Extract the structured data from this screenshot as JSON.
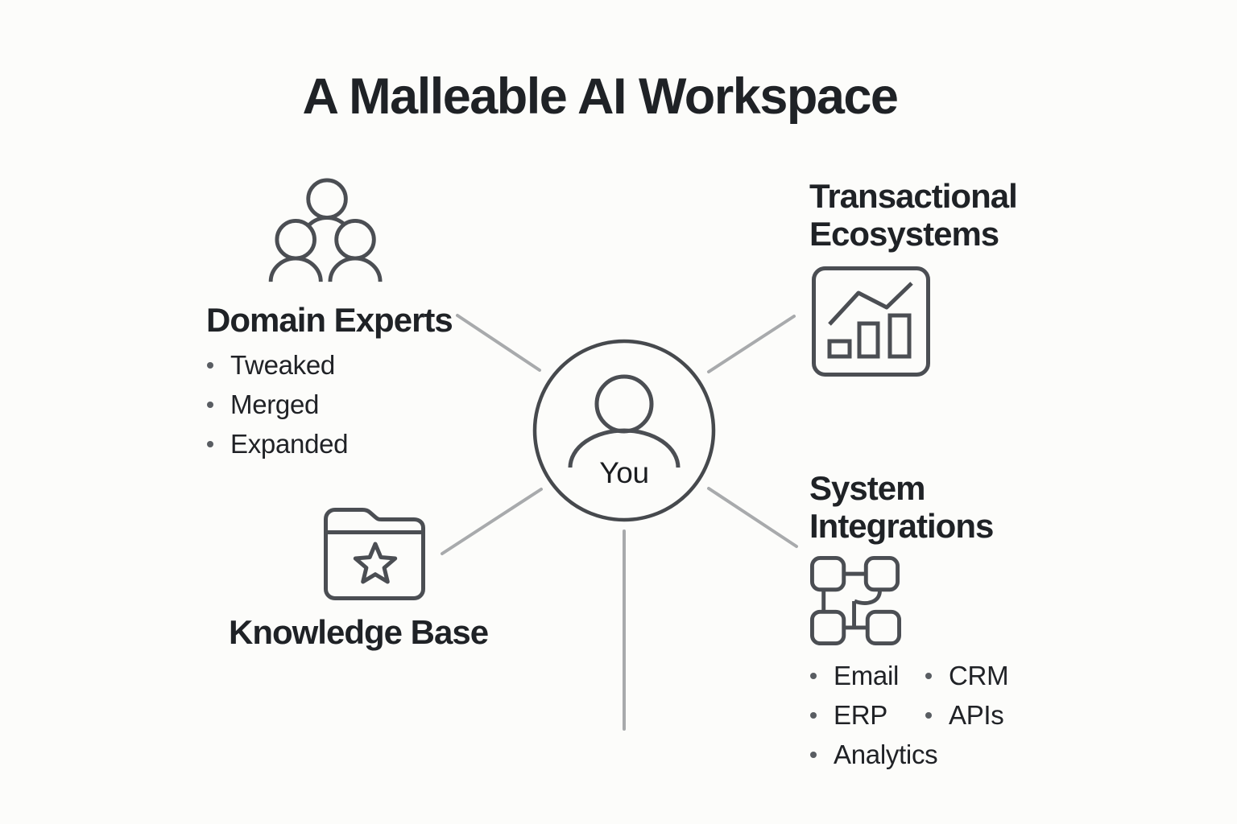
{
  "title": "A Malleable AI Workspace",
  "center_node": {
    "label": "You",
    "icon": "person-icon"
  },
  "domain_experts": {
    "label": "Domain Experts",
    "icon": "people-group-icon",
    "bullets": [
      "Tweaked",
      "Merged",
      "Expanded"
    ]
  },
  "transactional_ecosystems": {
    "label_lines": [
      "Transactional",
      "Ecosystems"
    ],
    "icon": "bar-chart-trend-icon"
  },
  "knowledge_base": {
    "label": "Knowledge Base",
    "icon": "folder-star-icon"
  },
  "system_integrations": {
    "label_lines": [
      "System",
      "Integrations"
    ],
    "icon": "connected-nodes-icon",
    "bullet_columns": [
      [
        "Email",
        "ERP",
        "Analytics"
      ],
      [
        "CRM",
        "APIs"
      ]
    ]
  },
  "colors": {
    "background": "#fcfcfa",
    "text": "#1f2226",
    "connector_line": "#a8aaac",
    "icon_stroke": "#4b4e53",
    "bullet_dot": "#595d62"
  }
}
